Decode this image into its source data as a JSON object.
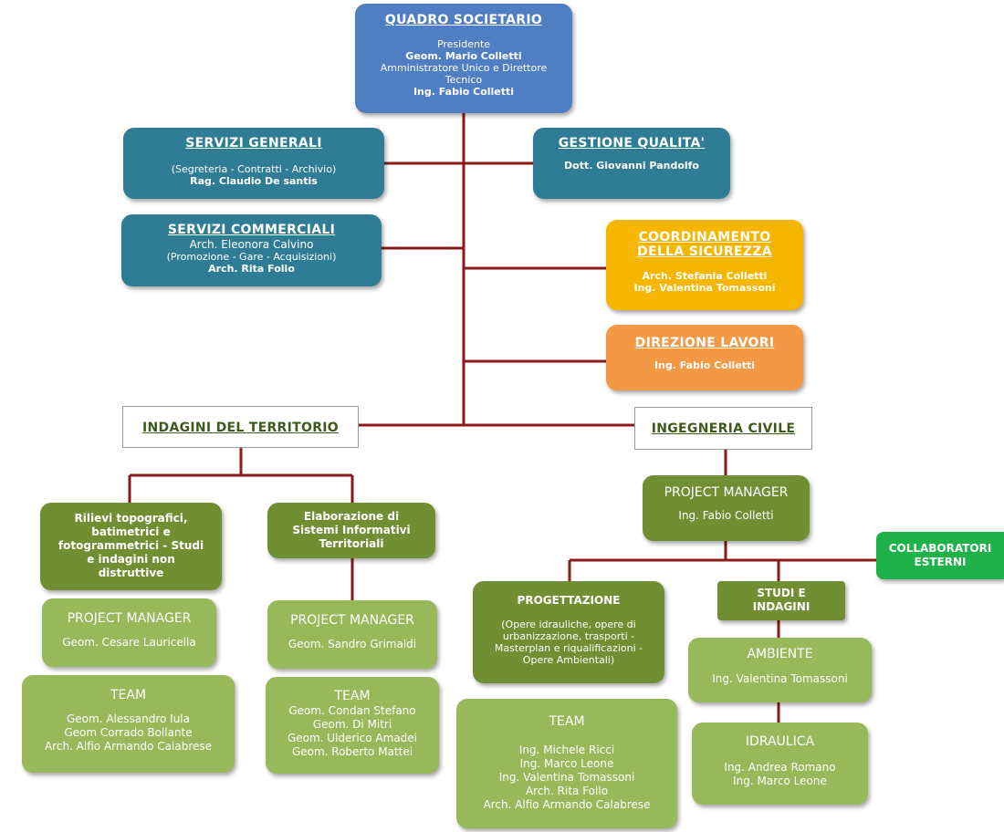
{
  "quadro": {
    "title": "QUADRO SOCIETARIO",
    "line1": "Presidente",
    "line2": "Geom. Mario Colletti",
    "line3": "Amministratore Unico e Direttore",
    "line4": "Tecnico",
    "line5": "Ing. Fabio Colletti"
  },
  "servizi_generali": {
    "title": "SERVIZI GENERALI",
    "line1": "(Segreteria - Contratti - Archivio)",
    "line2": "Rag. Claudio De santis"
  },
  "gestione_qualita": {
    "title": "GESTIONE QUALITA'",
    "line1": "Dott. Giovanni Pandolfo"
  },
  "servizi_commerciali": {
    "title": "SERVIZI COMMERCIALI",
    "line1": "Arch. Eleonora Calvino",
    "line2": "(Promozione - Gare - Acquisizioni)",
    "line3": "Arch. Rita Follo"
  },
  "sicurezza": {
    "title1": "COORDINAMENTO",
    "title2": "DELLA SICUREZZA",
    "line1": "Arch. Stefania Colletti",
    "line2": "Ing. Valentina Tomassoni"
  },
  "direzione": {
    "title": "DIREZIONE LAVORI",
    "line1": "Ing. Fabio Colletti"
  },
  "indagini": {
    "title": "INDAGINI DEL TERRITORIO"
  },
  "ingegneria": {
    "title": "INGEGNERIA CIVILE"
  },
  "rilievi": {
    "lines": [
      "Rilievi topografici,",
      "batimetrici e",
      "fotogrammetrici - Studi",
      "e indagini non",
      "distruttive"
    ]
  },
  "elaborazione": {
    "lines": [
      "Elaborazione di",
      "Sistemi Informativi",
      "Territoriali"
    ]
  },
  "pm_rilievi": {
    "title": "PROJECT MANAGER",
    "name": "Geom. Cesare Lauricella"
  },
  "pm_elaborazione": {
    "title": "PROJECT MANAGER",
    "name": "Geom. Sandro Grimaldi"
  },
  "team_rilievi": {
    "title": "TEAM",
    "members": [
      "Geom. Alessandro Iula",
      "Geom Corrado Bollante",
      "Arch. Alfio Armando Calabrese"
    ]
  },
  "team_elaborazione": {
    "title": "TEAM",
    "members": [
      "Geom. Condan Stefano",
      "Geom. Di Mitri",
      "Geom. Ulderico Amadei",
      "Geom. Roberto Mattei"
    ]
  },
  "pm_ingegneria": {
    "title": "PROJECT MANAGER",
    "name": "Ing. Fabio Colletti"
  },
  "collaboratori": {
    "line1": "COLLABORATORI",
    "line2": "ESTERNI"
  },
  "progettazione": {
    "title": "PROGETTAZIONE",
    "lines": [
      "(Opere idrauliche, opere di",
      "urbanizzazione, trasporti -",
      "Masterplan e riqualificazioni -",
      "Opere Ambientali)"
    ]
  },
  "studi": {
    "line1": "STUDI E",
    "line2": "INDAGINI"
  },
  "ambiente": {
    "title": "AMBIENTE",
    "name": "Ing. Valentina Tomassoni"
  },
  "idraulica": {
    "title": "IDRAULICA",
    "members": [
      "Ing. Andrea Romano",
      "Ing. Marco Leone"
    ]
  },
  "team_progettazione": {
    "title": "TEAM",
    "members": [
      "Ing. Michele Ricci",
      "Ing. Marco Leone",
      "Ing. Valentina Tomassoni",
      "Arch. Rita Follo",
      "Arch. Alfio Armando Calabrese"
    ]
  },
  "colors": {
    "connector": "#8b1a1a",
    "blue": "#4f7fc2",
    "teal": "#2f7d95",
    "yellow": "#f6b600",
    "orange": "#f39844",
    "dark_green": "#6f8f32",
    "light_green": "#97b95a",
    "bright_green": "#1fb14a"
  }
}
